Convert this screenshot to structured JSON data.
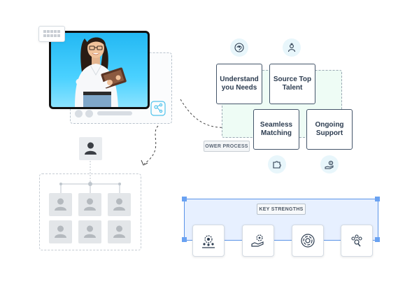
{
  "process": {
    "label": "OWER PROCESS",
    "steps": [
      {
        "label": "Understand you Needs",
        "icon": "brain-icon"
      },
      {
        "label": "Source Top Talent",
        "icon": "person-star-icon"
      },
      {
        "label": "Seamless Matching",
        "icon": "puzzle-icon"
      },
      {
        "label": "Ongoing Support",
        "icon": "hand-gear-icon"
      }
    ]
  },
  "key_strengths": {
    "label": "KEY STRENGTHS",
    "icons": [
      "gear-team-icon",
      "hand-gear-shield-icon",
      "target-spiral-icon",
      "team-search-icon"
    ]
  },
  "colors": {
    "accent_blue": "#5a93e8",
    "process_bg": "#eefcf5",
    "photo_bg": "#23b8f3",
    "icon_circle": "#e8f6fb"
  }
}
